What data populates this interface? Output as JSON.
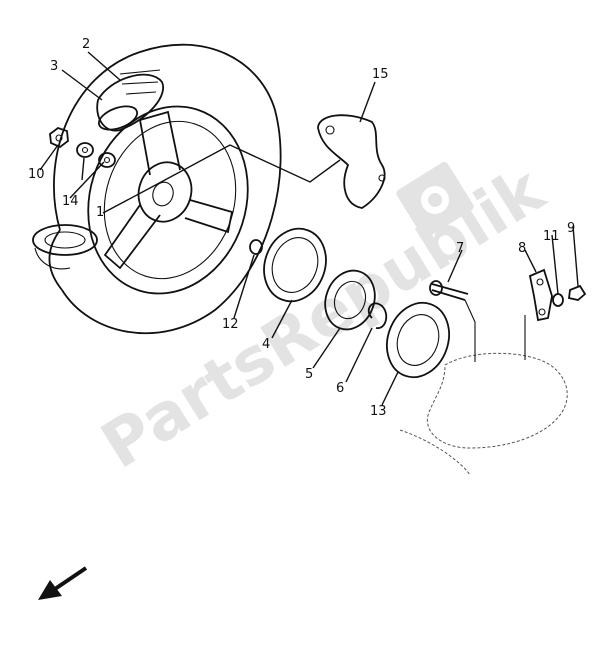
{
  "watermark": {
    "text": "PartsRepublik",
    "color": "#e3e3e3"
  },
  "callouts": {
    "c1": "1",
    "c2": "2",
    "c3": "3",
    "c4": "4",
    "c5": "5",
    "c6": "6",
    "c7": "7",
    "c8": "8",
    "c9": "9",
    "c10": "10",
    "c11": "11",
    "c12": "12",
    "c13": "13",
    "c14": "14",
    "c15": "15"
  },
  "icons": {
    "direction_arrow": "arrow-down-left-icon",
    "watermark_gear": "gear-icon"
  }
}
